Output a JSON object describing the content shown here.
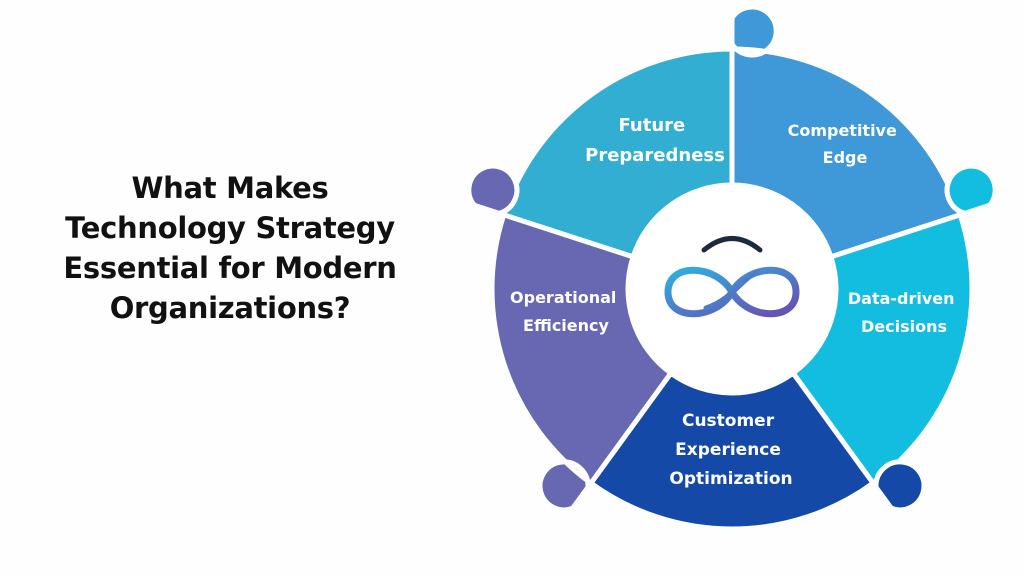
{
  "title": {
    "line1": "What Makes",
    "line2": "Technology Strategy",
    "line3": "Essential for Modern",
    "line4": "Organizations?"
  },
  "center": {
    "icon": "infinity-cloud-logo"
  },
  "segments": [
    {
      "lines": [
        "Future",
        "Preparedness"
      ],
      "color": "#33aed3"
    },
    {
      "lines": [
        "Competitive",
        "Edge"
      ],
      "color": "#3f98d7"
    },
    {
      "lines": [
        "Data-driven",
        "Decisions"
      ],
      "color": "#12bde0"
    },
    {
      "lines": [
        "Customer",
        "Experience",
        "Optimization"
      ],
      "color": "#1549a8"
    },
    {
      "lines": [
        "Operational",
        "Efficiency"
      ],
      "color": "#6868b2"
    }
  ],
  "colors": {
    "background": "#fefefe",
    "title": "#111111",
    "center": "#ffffff",
    "logo_top_arc": "#1b2a3e",
    "logo_gradient_start": "#2fb0e0",
    "logo_gradient_end": "#6a4bb0"
  }
}
